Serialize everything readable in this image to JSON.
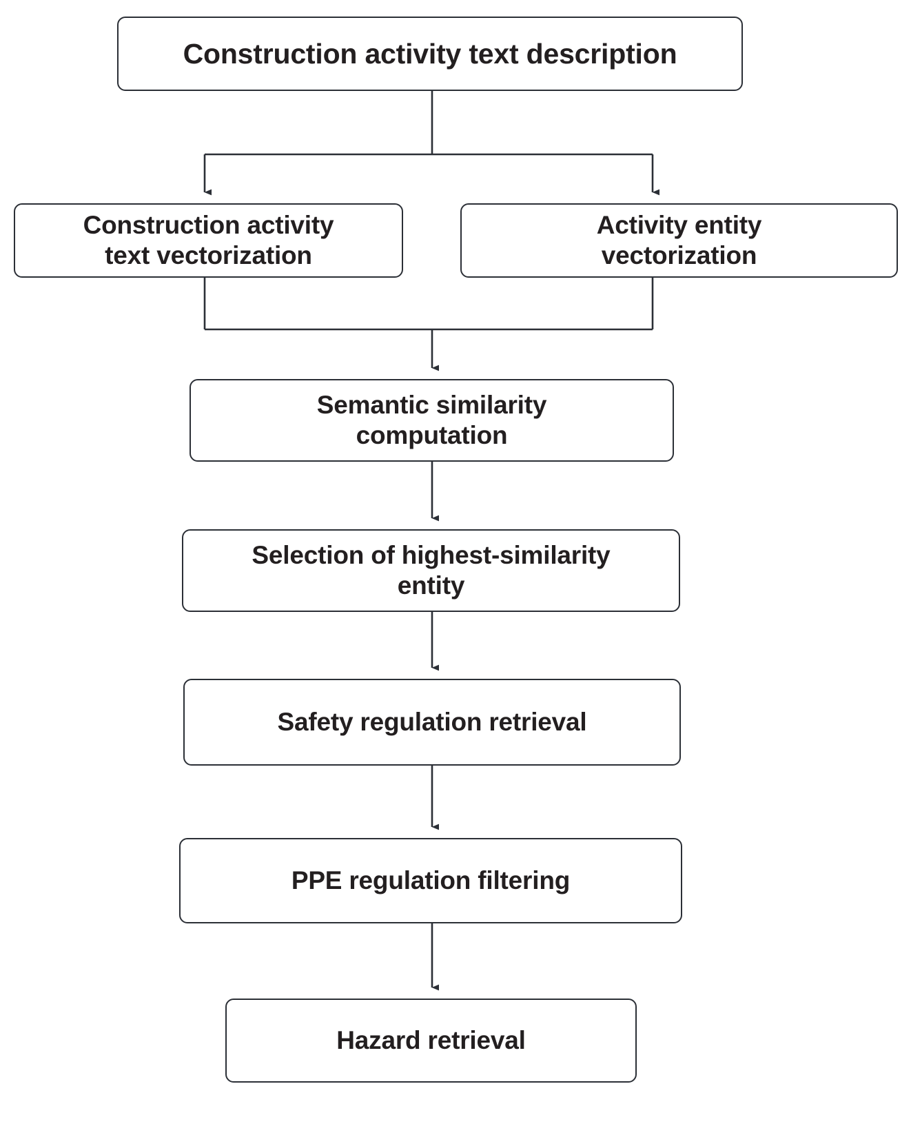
{
  "diagram": {
    "type": "flowchart",
    "orientation": "top-to-bottom",
    "colors": {
      "box_fill": "#ffffff",
      "box_border": "#2b2f36",
      "text": "#231f20",
      "connector": "#2b2f36",
      "background": "#ffffff"
    },
    "nodes": [
      {
        "id": "n0",
        "label": "Construction activity text description",
        "shape": "rounded-rectangle"
      },
      {
        "id": "n1",
        "label": "Construction activity\ntext vectorization",
        "shape": "rounded-rectangle"
      },
      {
        "id": "n2",
        "label": "Activity entity\nvectorization",
        "shape": "rounded-rectangle"
      },
      {
        "id": "n3",
        "label": "Semantic similarity\ncomputation",
        "shape": "rounded-rectangle"
      },
      {
        "id": "n4",
        "label": "Selection of highest-similarity\nentity",
        "shape": "rounded-rectangle"
      },
      {
        "id": "n5",
        "label": "Safety regulation retrieval",
        "shape": "rounded-rectangle"
      },
      {
        "id": "n6",
        "label": "PPE regulation filtering",
        "shape": "rounded-rectangle"
      },
      {
        "id": "n7",
        "label": "Hazard retrieval",
        "shape": "rounded-rectangle"
      }
    ],
    "edges": [
      {
        "from": "n0",
        "to": "n1",
        "style": "orthogonal-split",
        "arrow": "solid-triangle"
      },
      {
        "from": "n0",
        "to": "n2",
        "style": "orthogonal-split",
        "arrow": "solid-triangle"
      },
      {
        "from": "n1",
        "to": "n3",
        "style": "orthogonal-merge",
        "arrow": "solid-triangle"
      },
      {
        "from": "n2",
        "to": "n3",
        "style": "orthogonal-merge",
        "arrow": "solid-triangle"
      },
      {
        "from": "n3",
        "to": "n4",
        "style": "straight",
        "arrow": "solid-triangle"
      },
      {
        "from": "n4",
        "to": "n5",
        "style": "straight",
        "arrow": "solid-triangle"
      },
      {
        "from": "n5",
        "to": "n6",
        "style": "straight",
        "arrow": "solid-triangle"
      },
      {
        "from": "n6",
        "to": "n7",
        "style": "straight",
        "arrow": "solid-triangle"
      }
    ]
  }
}
